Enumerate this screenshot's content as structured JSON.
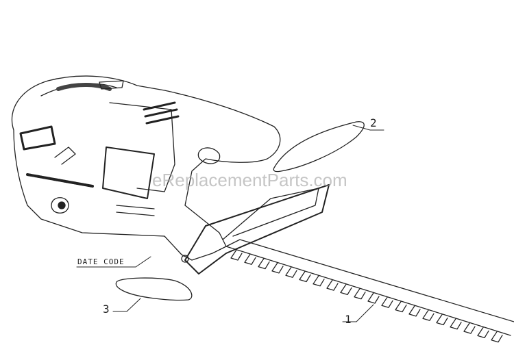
{
  "callouts": [
    {
      "id": "1",
      "label": "1"
    },
    {
      "id": "2",
      "label": "2"
    },
    {
      "id": "3",
      "label": "3"
    }
  ],
  "date_code_label": "DATE CODE",
  "watermark": "eReplacementParts.com"
}
